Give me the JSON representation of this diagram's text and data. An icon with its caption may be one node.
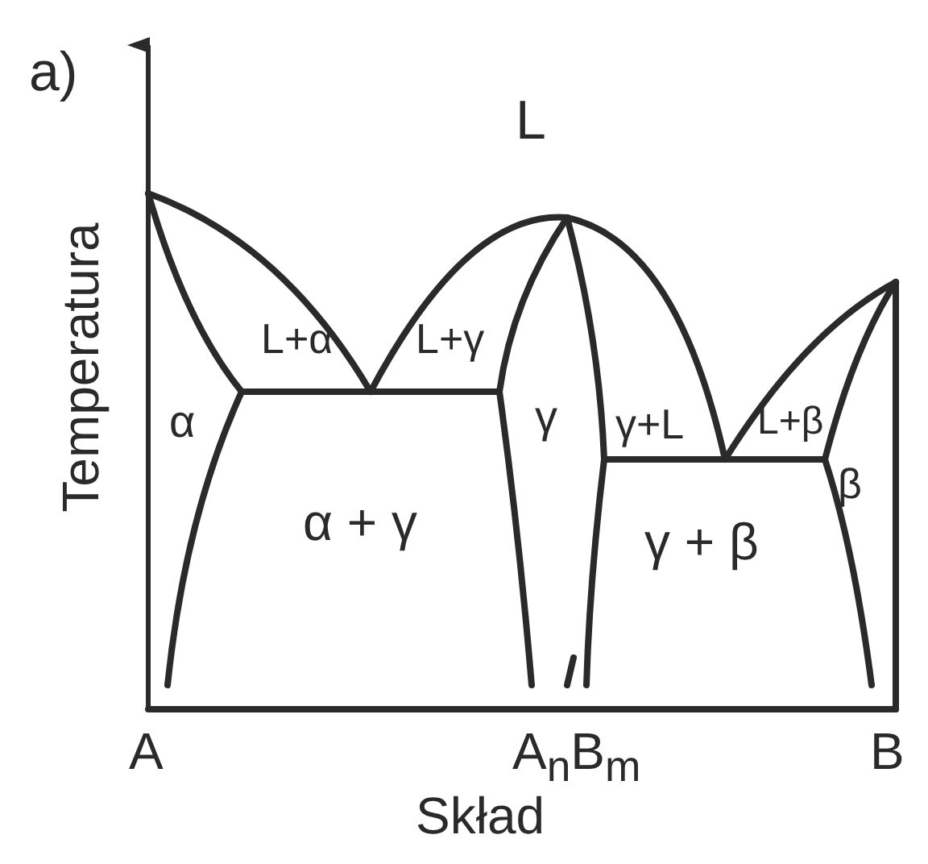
{
  "diagram": {
    "labels": [
      "a)",
      "L",
      "Temperatura",
      "L+α",
      "L+γ",
      "α",
      "γ",
      "γ+L",
      "L+β",
      "β",
      "α + γ",
      "γ + β",
      "A",
      "A$_{n}$B$_{m}$",
      "B",
      "Skład"
    ]
  }
}
